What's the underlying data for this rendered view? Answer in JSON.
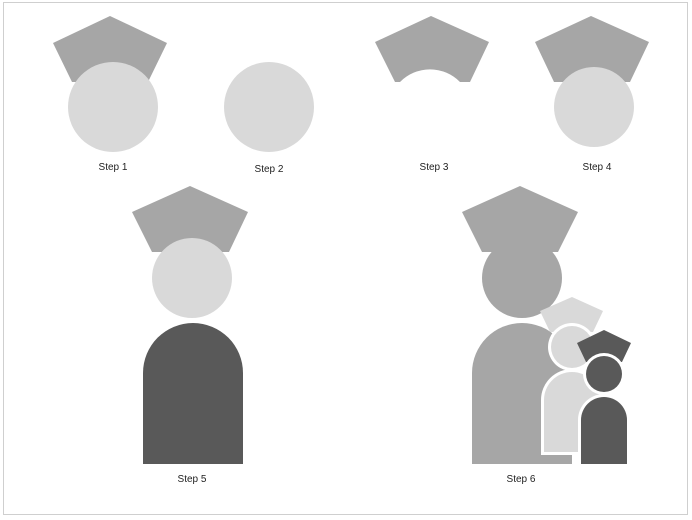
{
  "colors": {
    "cap_gray": "#a6a6a6",
    "head_light": "#d9d9d9",
    "body_dark": "#595959",
    "head_mid": "#a6a6a6",
    "cap_light": "#d9d9d9",
    "cap_dark": "#595959",
    "border": "#cfcfcf"
  },
  "steps": [
    {
      "label": "Step 1"
    },
    {
      "label": "Step 2"
    },
    {
      "label": "Step 3"
    },
    {
      "label": "Step 4"
    },
    {
      "label": "Step 5"
    },
    {
      "label": "Step 6"
    }
  ]
}
